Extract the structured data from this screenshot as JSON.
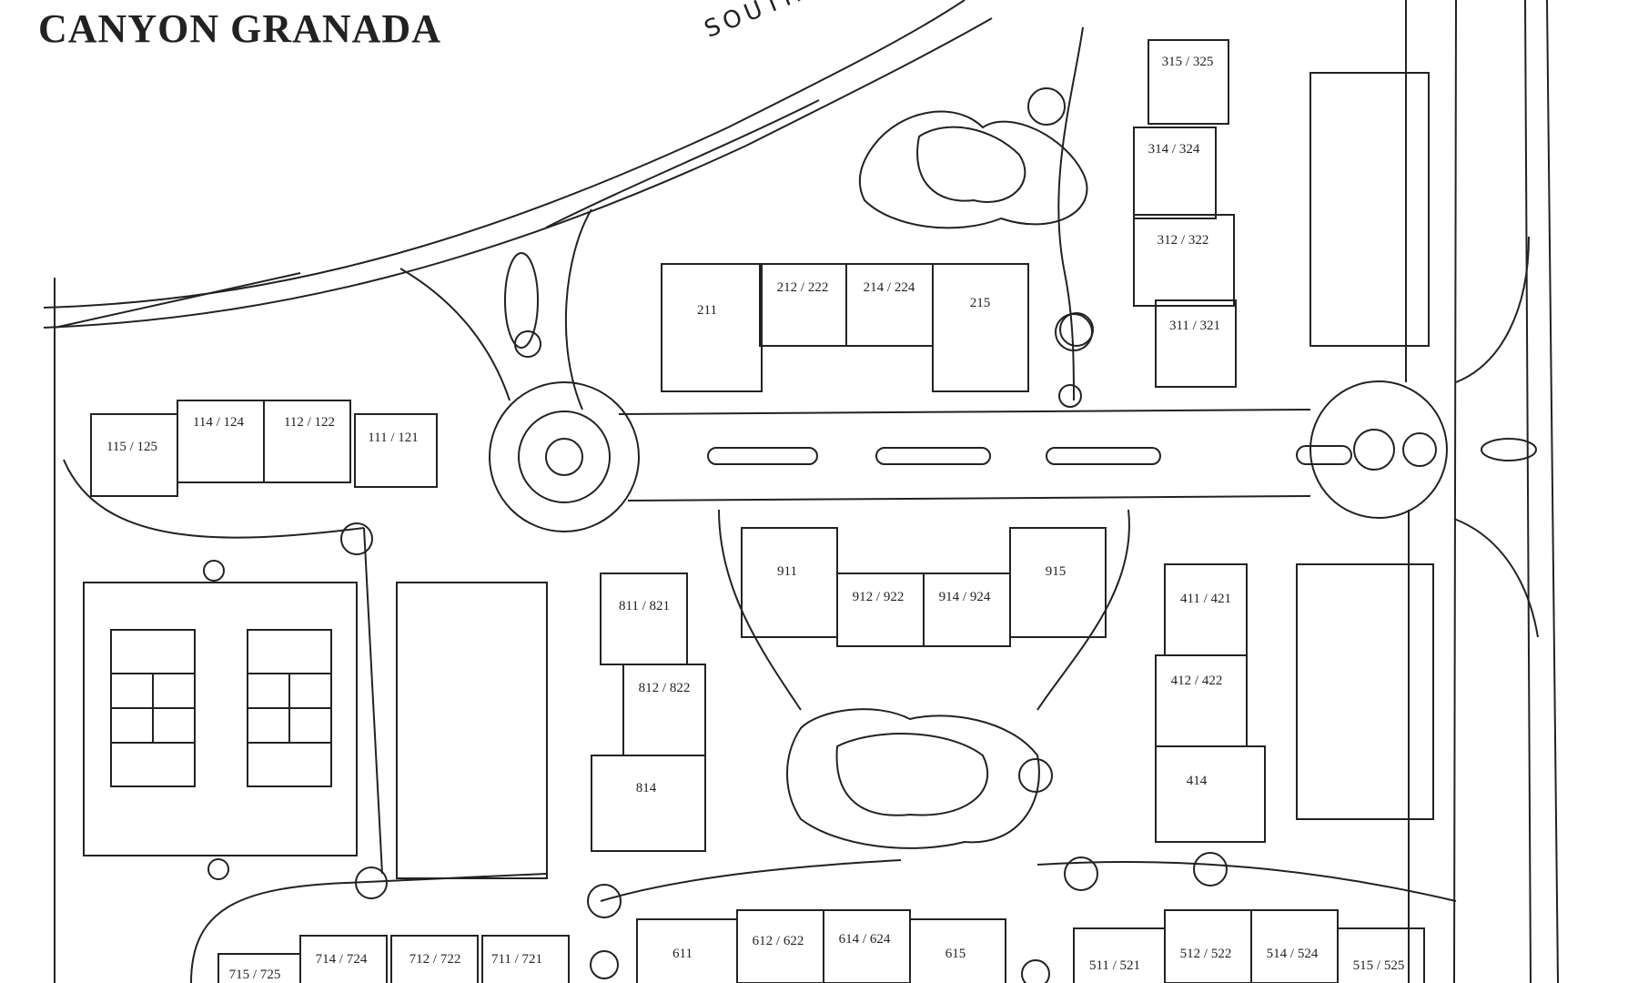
{
  "map": {
    "title": "CANYON GRANADA",
    "street_label": "SOUTH PALM CAN"
  },
  "buildings": [
    {
      "label": "315 / 325"
    },
    {
      "label": "314 / 324"
    },
    {
      "label": "312 / 322"
    },
    {
      "label": "311 / 321"
    },
    {
      "label": "211"
    },
    {
      "label": "212 / 222"
    },
    {
      "label": "214 / 224"
    },
    {
      "label": "215"
    },
    {
      "label": "115 / 125"
    },
    {
      "label": "114 / 124"
    },
    {
      "label": "112 / 122"
    },
    {
      "label": "111 / 121"
    },
    {
      "label": "911"
    },
    {
      "label": "912 / 922"
    },
    {
      "label": "914 / 924"
    },
    {
      "label": "915"
    },
    {
      "label": "811 / 821"
    },
    {
      "label": "812 / 822"
    },
    {
      "label": "814"
    },
    {
      "label": "411 / 421"
    },
    {
      "label": "412 / 422"
    },
    {
      "label": "414"
    },
    {
      "label": "715 / 725"
    },
    {
      "label": "714 / 724"
    },
    {
      "label": "712 / 722"
    },
    {
      "label": "711 / 721"
    },
    {
      "label": "611"
    },
    {
      "label": "612 / 622"
    },
    {
      "label": "614 / 624"
    },
    {
      "label": "615"
    },
    {
      "label": "511 / 521"
    },
    {
      "label": "512 / 522"
    },
    {
      "label": "514 / 524"
    },
    {
      "label": "515 / 525"
    }
  ]
}
